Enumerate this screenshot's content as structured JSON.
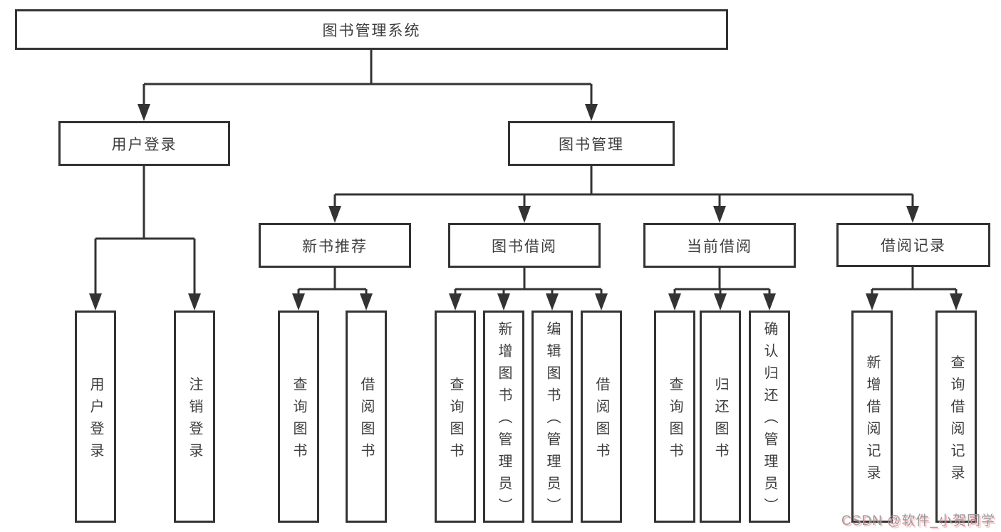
{
  "nodes": {
    "root": "图书管理系统",
    "user_login": "用户登录",
    "book_mgmt": "图书管理",
    "new_book_rec": "新书推荐",
    "book_borrow": "图书借阅",
    "current_borrow": "当前借阅",
    "borrow_record": "借阅记录",
    "leaf_user_login": "用户登录",
    "leaf_logout": "注销登录",
    "leaf_nbr_query": "查询图书",
    "leaf_nbr_borrow": "借阅图书",
    "leaf_bb_query": "查询图书",
    "leaf_bb_add": "新增图书（管理员）",
    "leaf_bb_edit": "编辑图书（管理员）",
    "leaf_bb_borrow": "借阅图书",
    "leaf_cb_query": "查询图书",
    "leaf_cb_return": "归还图书",
    "leaf_cb_confirm": "确认归还（管理员）",
    "leaf_br_add": "新增借阅记录",
    "leaf_br_query": "查询借阅记录"
  },
  "watermark": "CSDN @软件_小贺同学",
  "colors": {
    "line": "#333333",
    "text": "#3d3d3d",
    "watermark_text": "#9b9b9b",
    "watermark_shadow": "#ff7887",
    "background": "#ffffff"
  }
}
